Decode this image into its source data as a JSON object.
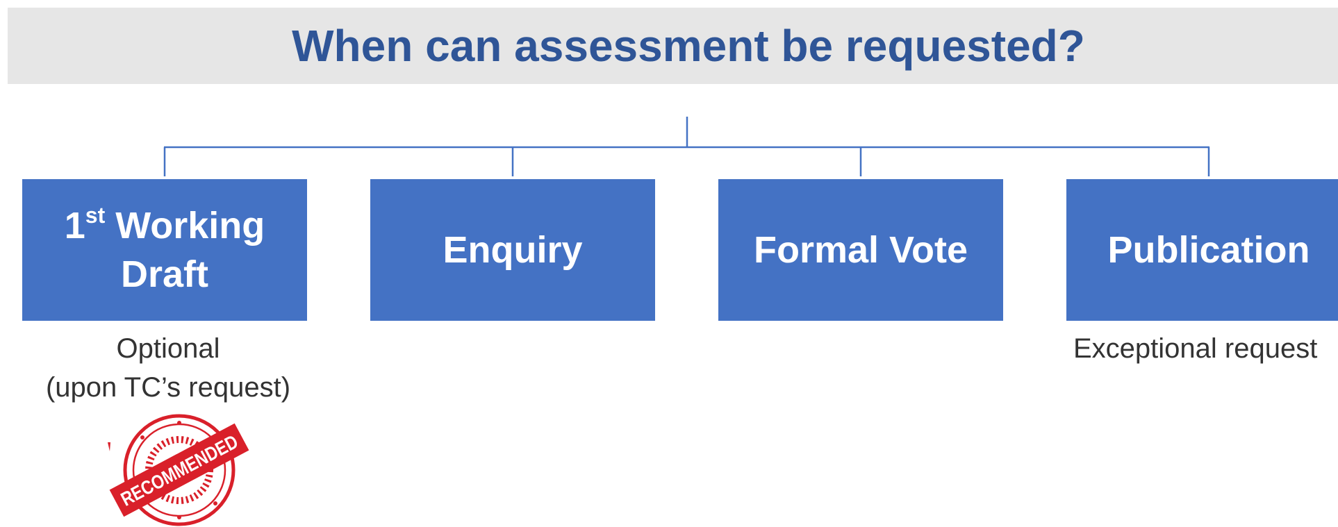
{
  "title": "When can assessment be requested?",
  "colors": {
    "title_text": "#2f5597",
    "title_bar": "#e6e6e6",
    "stage_box": "#4472c4",
    "connector": "#4472c4",
    "note_text": "#333333",
    "stamp": "#d9202a"
  },
  "stages": [
    {
      "ordinal": "1",
      "ordinal_suffix": "st",
      "label_line1": "Working",
      "label_line2": "Draft",
      "note_line1": "Optional",
      "note_line2": "(upon TC’s request)",
      "badge": "RECOMMENDED"
    },
    {
      "label": "Enquiry"
    },
    {
      "label": "Formal Vote"
    },
    {
      "label": "Publication",
      "note_line1": "Exceptional request"
    }
  ]
}
